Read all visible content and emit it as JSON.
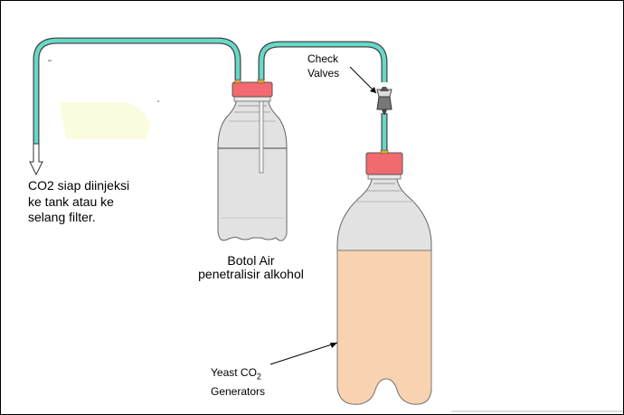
{
  "labels": {
    "co2_line1": "CO2 siap diinjeksi",
    "co2_line2": "ke tank atau ke",
    "co2_line3": "selang filter.",
    "botol_line1": "Botol Air",
    "botol_line2": "penetralisir alkohol",
    "check_line1": "Check",
    "check_line2": "Valves",
    "yeast_line1": "Yeast CO",
    "yeast_sub": "2",
    "yeast_line2": "Generators"
  },
  "colors": {
    "tube": "#66d9c9",
    "cap": "#f26a70",
    "bottle_gray": "#e2e2e2",
    "liquid": "#f9d3b1",
    "outline": "#555555"
  }
}
